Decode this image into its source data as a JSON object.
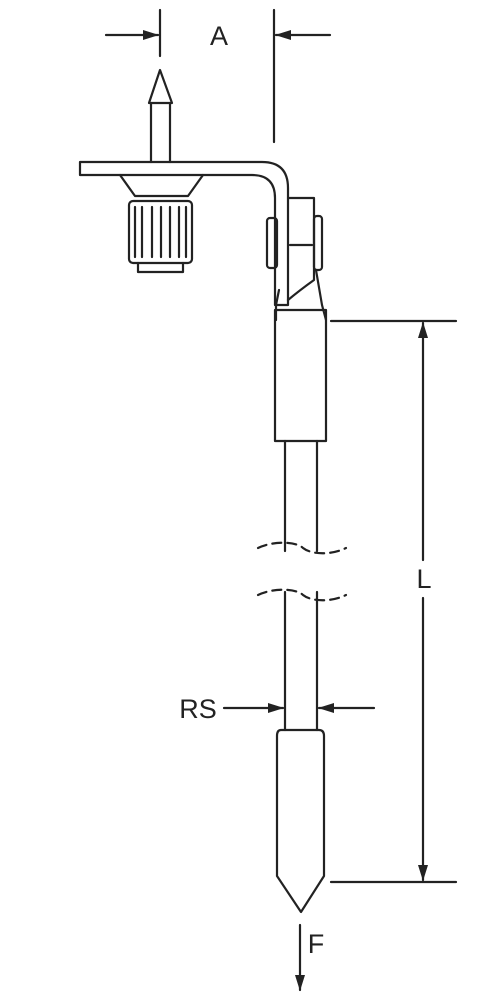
{
  "dimensions": {
    "a_label": "A",
    "l_label": "L",
    "rs_label": "RS",
    "f_label": "F"
  },
  "colors": {
    "line": "#222222",
    "background": "#ffffff"
  }
}
